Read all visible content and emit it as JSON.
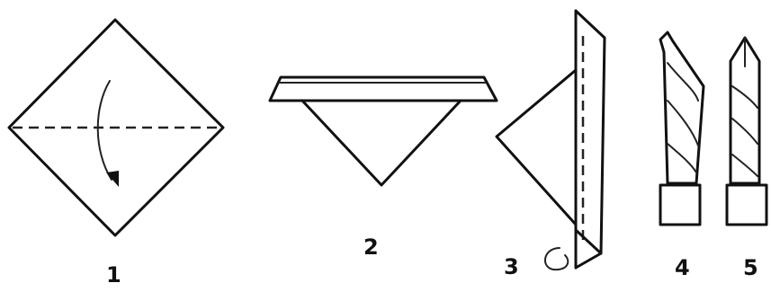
{
  "steps": [
    {
      "label": "1",
      "icon": "square-diamond-fold-down"
    },
    {
      "label": "2",
      "icon": "folded-triangle"
    },
    {
      "label": "3",
      "icon": "side-fold-turn-over"
    },
    {
      "label": "4",
      "icon": "rolled-tube-half"
    },
    {
      "label": "5",
      "icon": "rolled-tube-finished"
    }
  ],
  "colors": {
    "line": "#111111",
    "background": "#ffffff"
  }
}
